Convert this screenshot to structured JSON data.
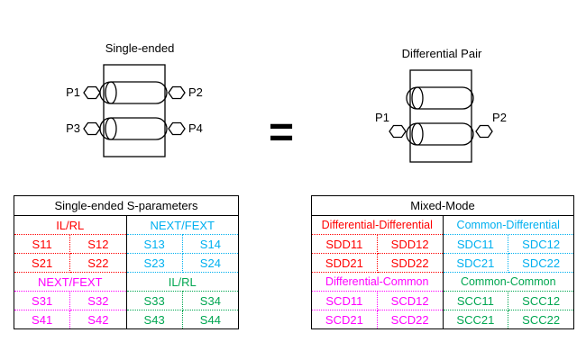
{
  "diagram_left": {
    "title": "Single-ended",
    "ports": {
      "p1": "P1",
      "p2": "P2",
      "p3": "P3",
      "p4": "P4"
    }
  },
  "equals_sign": "=",
  "diagram_right": {
    "title": "Differential Pair",
    "ports": {
      "p1": "P1",
      "p2": "P2"
    }
  },
  "table_left": {
    "title": "Single-ended S-parameters",
    "quadrants": [
      {
        "label": "IL/RL",
        "color": "#FF0000",
        "cells": [
          [
            "S11",
            "S12"
          ],
          [
            "S21",
            "S22"
          ]
        ]
      },
      {
        "label": "NEXT/FEXT",
        "color": "#00B0F0",
        "cells": [
          [
            "S13",
            "S14"
          ],
          [
            "S23",
            "S24"
          ]
        ]
      },
      {
        "label": "NEXT/FEXT",
        "color": "#FF00FF",
        "cells": [
          [
            "S31",
            "S32"
          ],
          [
            "S41",
            "S42"
          ]
        ]
      },
      {
        "label": "IL/RL",
        "color": "#00A651",
        "cells": [
          [
            "S33",
            "S34"
          ],
          [
            "S43",
            "S44"
          ]
        ]
      }
    ]
  },
  "table_right": {
    "title": "Mixed-Mode",
    "quadrants": [
      {
        "label": "Differential-Differential",
        "color": "#FF0000",
        "cells": [
          [
            "SDD11",
            "SDD12"
          ],
          [
            "SDD21",
            "SDD22"
          ]
        ]
      },
      {
        "label": "Common-Differential",
        "color": "#00B0F0",
        "cells": [
          [
            "SDC11",
            "SDC12"
          ],
          [
            "SDC21",
            "SDC22"
          ]
        ]
      },
      {
        "label": "Differential-Common",
        "color": "#FF00FF",
        "cells": [
          [
            "SCD11",
            "SCD12"
          ],
          [
            "SCD21",
            "SCD22"
          ]
        ]
      },
      {
        "label": "Common-Common",
        "color": "#00A651",
        "cells": [
          [
            "SCC11",
            "SCC12"
          ],
          [
            "SCC21",
            "SCC22"
          ]
        ]
      }
    ]
  }
}
